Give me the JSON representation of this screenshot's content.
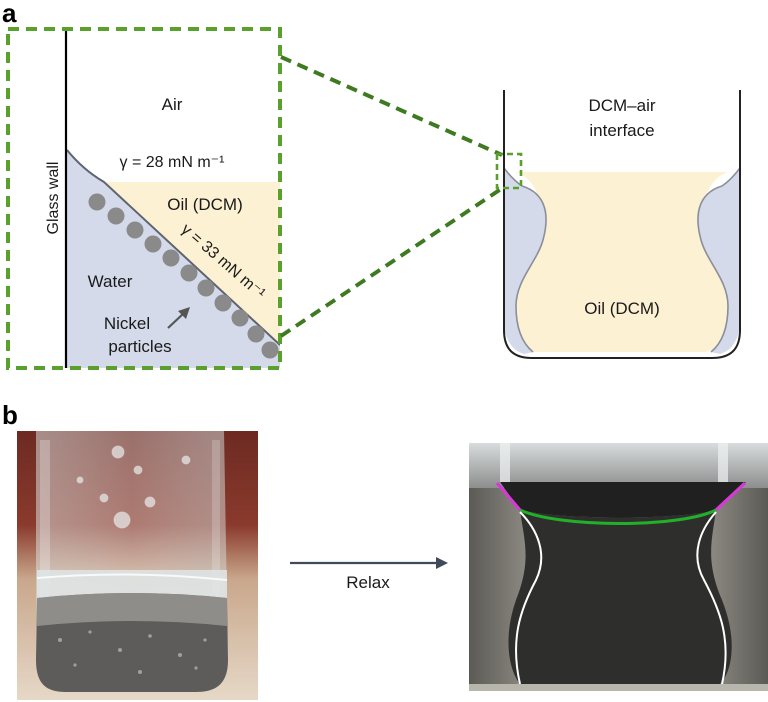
{
  "panel_a": {
    "letter": "a",
    "inset": {
      "air_label": "Air",
      "gamma_dcm_air": "γ = 28 mN m⁻¹",
      "oil_label": "Oil (DCM)",
      "gamma_oil_water": "γ = 33 mN m⁻¹",
      "water_label": "Water",
      "glass_wall_label": "Glass wall",
      "particles_label_line1": "Nickel",
      "particles_label_line2": "particles"
    },
    "beaker": {
      "interface_label_line1": "DCM–air",
      "interface_label_line2": "interface",
      "oil_label": "Oil (DCM)"
    },
    "colors": {
      "oil": "#fdf1d4",
      "water": "#d4daea",
      "dashed_box": "#5aa02c",
      "particles": "#8a8a8a"
    }
  },
  "panel_b": {
    "letter": "b",
    "arrow_label": "Relax",
    "colors": {
      "curve_green": "#22b02a",
      "curve_magenta": "#d63ad6",
      "curve_white": "#ffffff"
    }
  }
}
